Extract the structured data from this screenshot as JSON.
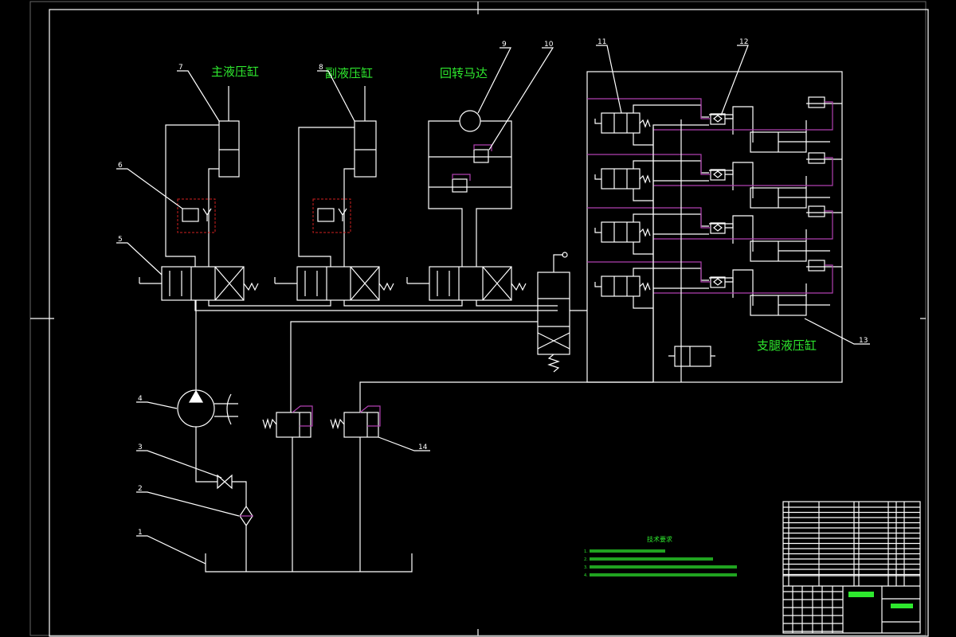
{
  "labels": {
    "main_cylinder": "主液压缸",
    "aux_cylinder": "副液压缸",
    "slew_motor": "回转马达",
    "outrigger_cylinder": "支腿液压缸"
  },
  "part_numbers": [
    "1",
    "2",
    "3",
    "4",
    "5",
    "6",
    "7",
    "8",
    "9",
    "10",
    "11",
    "12",
    "13",
    "14"
  ],
  "tech_requirements": {
    "heading": "技术要求",
    "items": [
      "1.",
      "2.",
      "3.",
      "4."
    ]
  },
  "colors": {
    "background": "#000000",
    "lines": "#ffffff",
    "text": "#2ee82e",
    "pilot_lines": "#b040b0",
    "relief_box": "#d02020"
  }
}
